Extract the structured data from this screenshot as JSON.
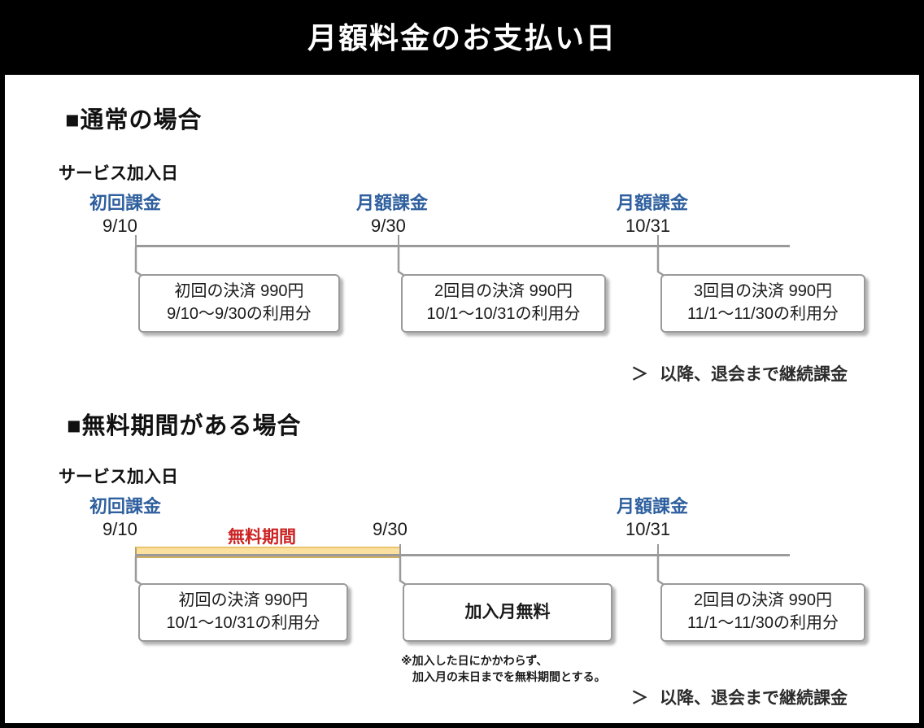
{
  "title": "月額料金のお支払い日",
  "sections": [
    {
      "heading": "■通常の場合",
      "sub_label": "サービス加入日",
      "markers": [
        {
          "label": "初回課金",
          "date": "9/10",
          "label_color": "#2e5f9e"
        },
        {
          "label": "月額課金",
          "date": "9/30",
          "label_color": "#2e5f9e"
        },
        {
          "label": "月額課金",
          "date": "10/31",
          "label_color": "#2e5f9e"
        }
      ],
      "callouts": [
        {
          "line1": "初回の決済 990円",
          "line2": "9/10〜9/30の利用分"
        },
        {
          "line1": "2回目の決済 990円",
          "line2": "10/1〜10/31の利用分"
        },
        {
          "line1": "3回目の決済 990円",
          "line2": "11/1〜11/30の利用分"
        }
      ],
      "note": {
        "chevron": "＞",
        "text": "以降、退会まで継続課金"
      }
    },
    {
      "heading": "■無料期間がある場合",
      "sub_label": "サービス加入日",
      "markers": [
        {
          "label": "初回課金",
          "date": "9/10",
          "label_color": "#2e5f9e"
        },
        {
          "label": "",
          "date": "9/30",
          "label_color": "#1a1a1a"
        },
        {
          "label": "月額課金",
          "date": "10/31",
          "label_color": "#2e5f9e"
        }
      ],
      "free_period": {
        "label": "無料期間",
        "color": "#cc2222",
        "fill": "#fbe0a0"
      },
      "callouts": [
        {
          "line1": "初回の決済 990円",
          "line2": "10/1〜10/31の利用分"
        },
        {
          "line1": "加入月無料",
          "line2": ""
        },
        {
          "line1": "2回目の決済 990円",
          "line2": "11/1〜11/30の利用分"
        }
      ],
      "footnote": {
        "line1": "※加入した日にかかわらず、",
        "line2": "　加入月の末日までを無料期間とする。"
      },
      "note": {
        "chevron": "＞",
        "text": "以降、退会まで継続課金"
      }
    }
  ],
  "colors": {
    "title_bg": "#000000",
    "title_fg": "#ffffff",
    "canvas_bg": "#ffffff",
    "accent_blue": "#2e5f9e",
    "accent_red": "#cc2222",
    "band_fill": "#fbe0a0",
    "line_gray": "#9a9a9a"
  }
}
